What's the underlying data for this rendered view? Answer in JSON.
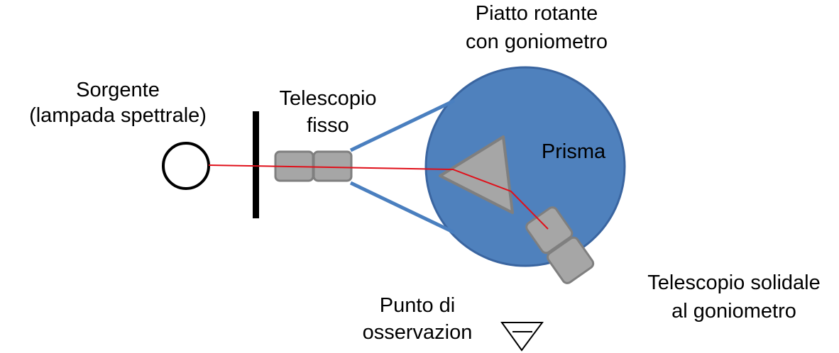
{
  "labels": {
    "source": [
      "Sorgente",
      "(lampada spettrale)"
    ],
    "fixed_telescope": [
      "Telescopio",
      "fisso"
    ],
    "rotating_plate": [
      "Piatto rotante",
      "con goniometro"
    ],
    "prism": "Prisma",
    "moving_telescope": [
      "Telescopio solidale",
      "al goniometro"
    ],
    "observation_point": [
      "Punto di",
      "osservazion"
    ]
  },
  "colors": {
    "plate_fill": "#4f81bd",
    "plate_stroke": "#3a65a0",
    "cone_stroke": "#4a7fbf",
    "telescope_fill": "#a6a6a6",
    "telescope_stroke": "#7f7f7f",
    "prism_fill": "#a6a6a6",
    "beam": "#e0101a",
    "slit": "#000000"
  }
}
